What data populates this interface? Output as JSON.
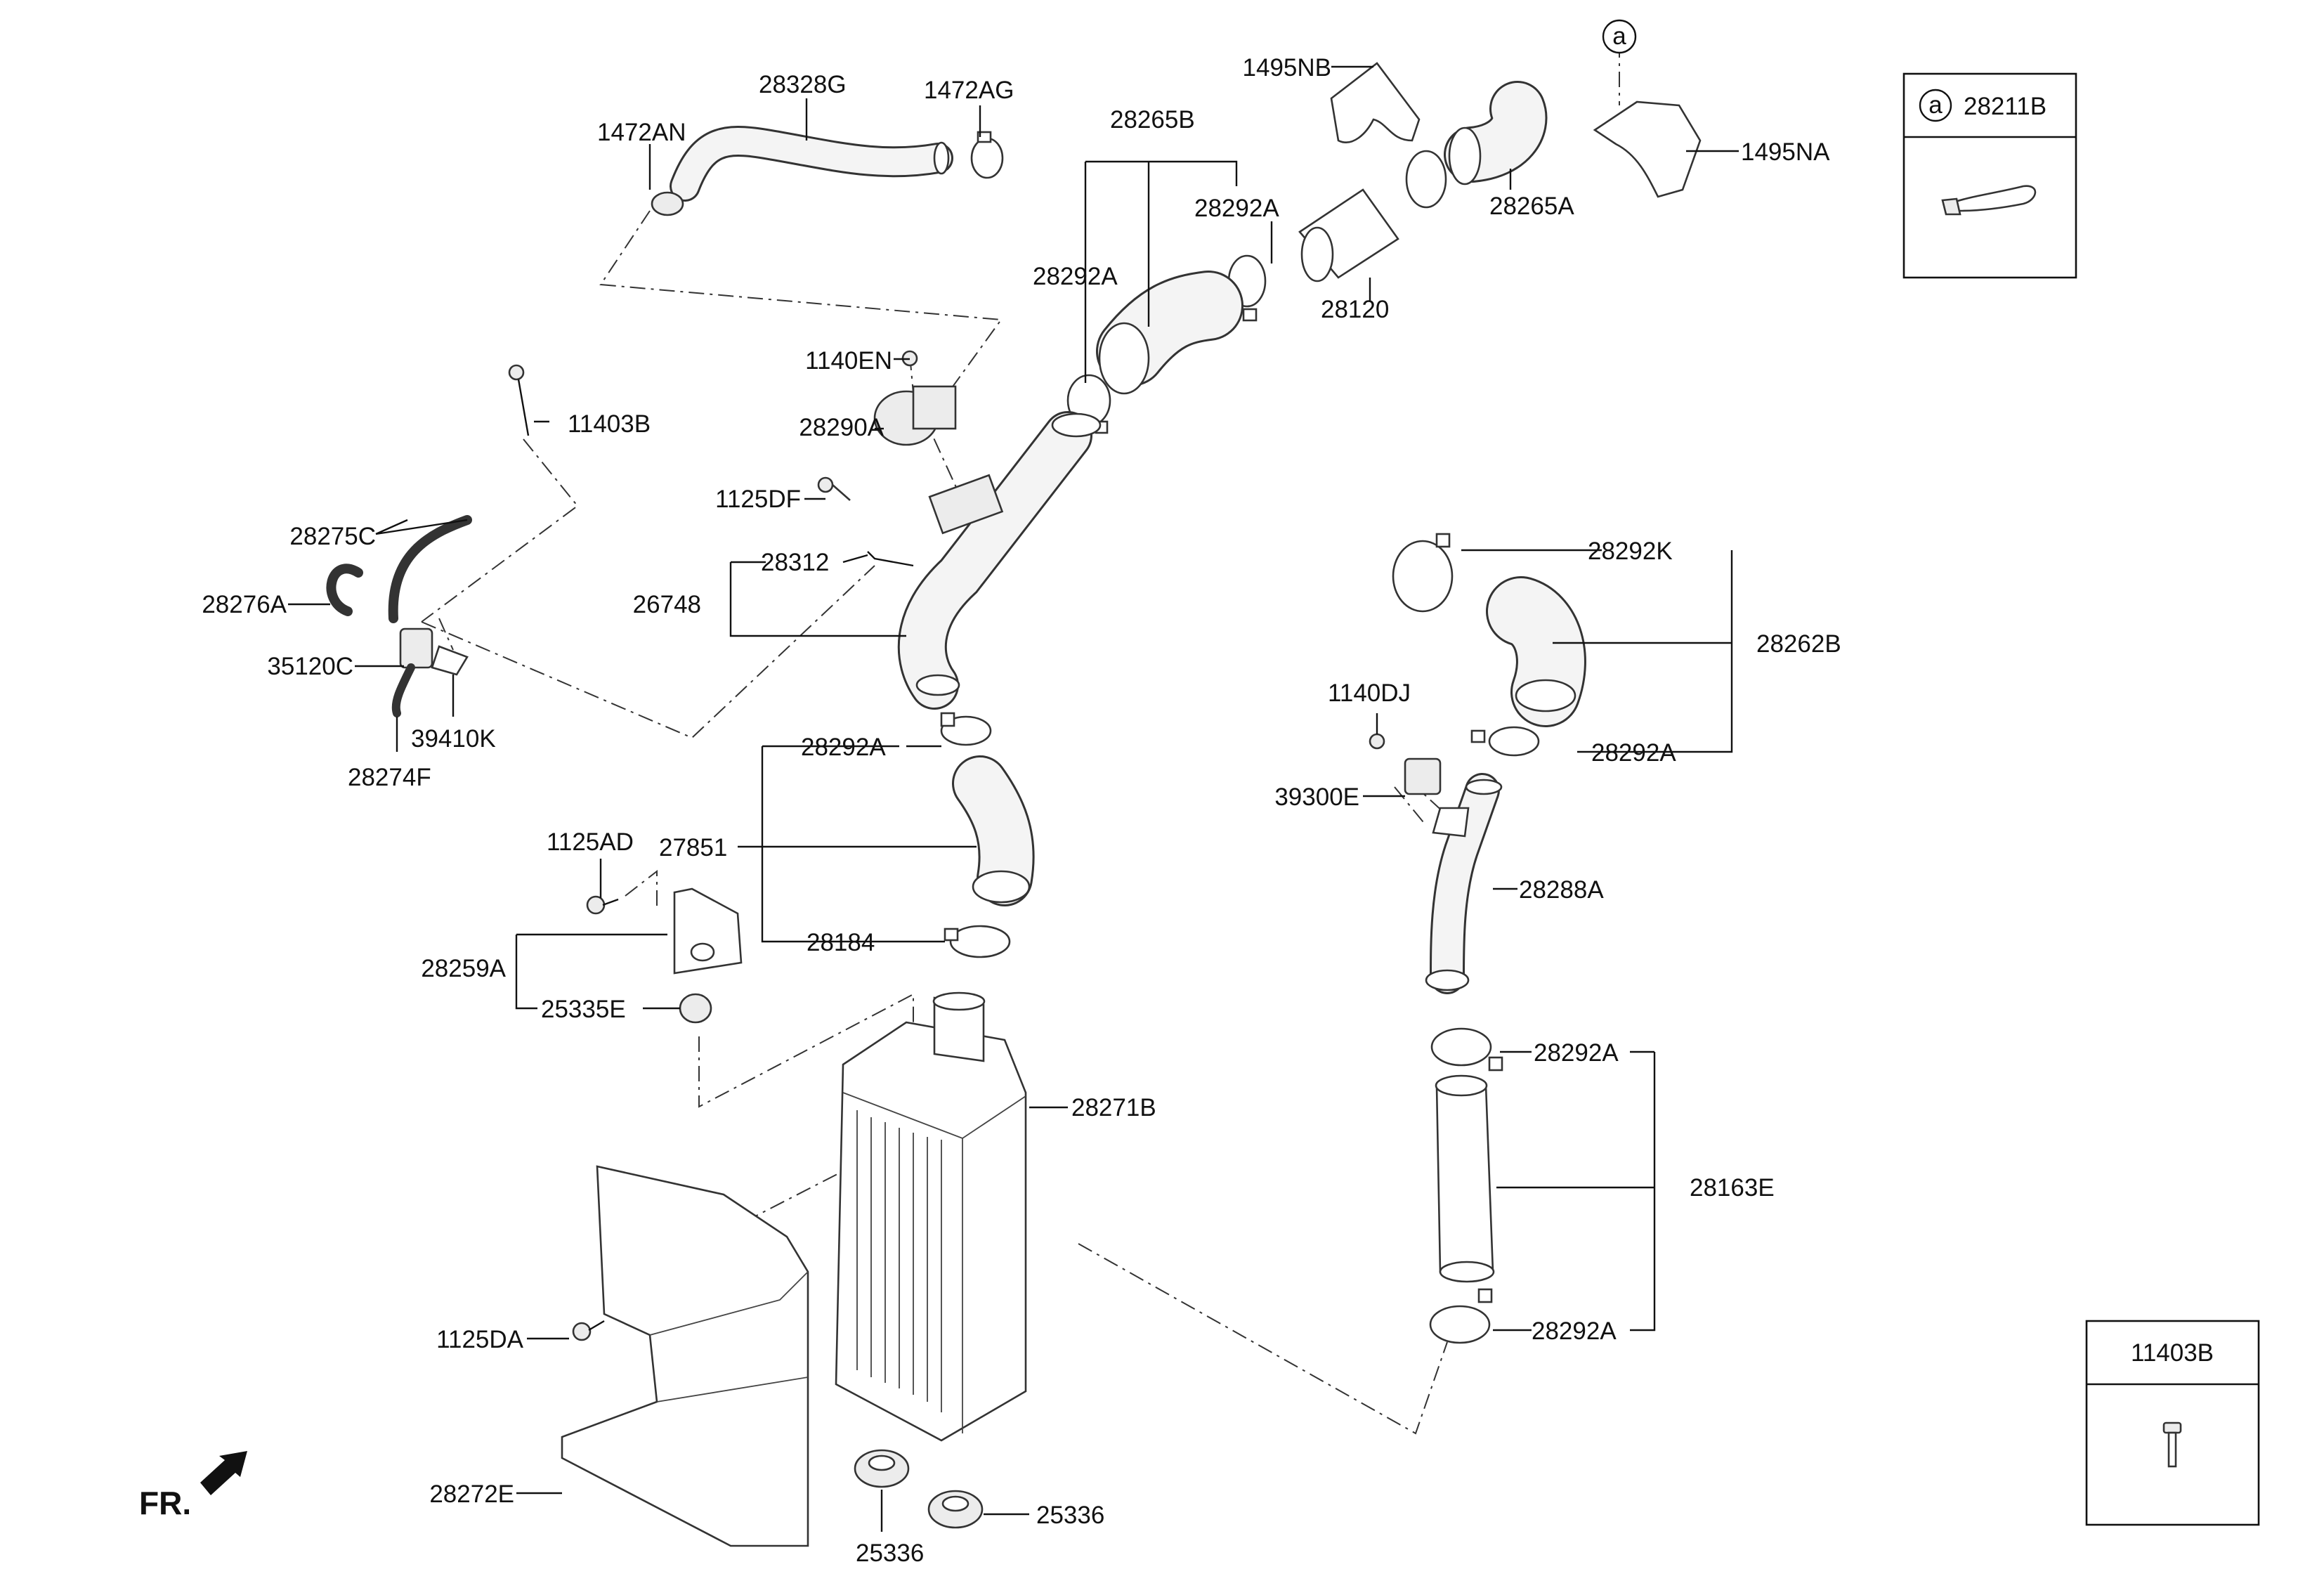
{
  "labels": {
    "p28328G": "28328G",
    "p1472AG": "1472AG",
    "p1472AN": "1472AN",
    "p28265B": "28265B",
    "p1495NB": "1495NB",
    "p1495NA": "1495NA",
    "p28292A_1": "28292A",
    "p28265A": "28265A",
    "p28292A_2": "28292A",
    "p28120": "28120",
    "p1140EN": "1140EN",
    "p28290A": "28290A",
    "p11403B": "11403B",
    "p1125DF": "1125DF",
    "p28275C": "28275C",
    "p28312": "28312",
    "p28276A": "28276A",
    "p26748": "26748",
    "p35120C": "35120C",
    "p39410K": "39410K",
    "p28274F": "28274F",
    "p28292A_3": "28292A",
    "p1125AD": "1125AD",
    "p27851": "27851",
    "p28184": "28184",
    "p28259A": "28259A",
    "p25335E": "25335E",
    "p28292K": "28292K",
    "p28262B": "28262B",
    "p1140DJ": "1140DJ",
    "p28292A_4": "28292A",
    "p39300E": "39300E",
    "p28288A": "28288A",
    "p28292A_5": "28292A",
    "p28271B": "28271B",
    "p28163E": "28163E",
    "p28292A_6": "28292A",
    "p1125DA": "1125DA",
    "p28272E": "28272E",
    "p25336_1": "25336",
    "p25336_2": "25336",
    "fr": "FR."
  },
  "callout_ref": "a",
  "inset_28211B": {
    "ref": "a",
    "part": "28211B"
  },
  "inset_11403B": {
    "part": "11403B"
  }
}
